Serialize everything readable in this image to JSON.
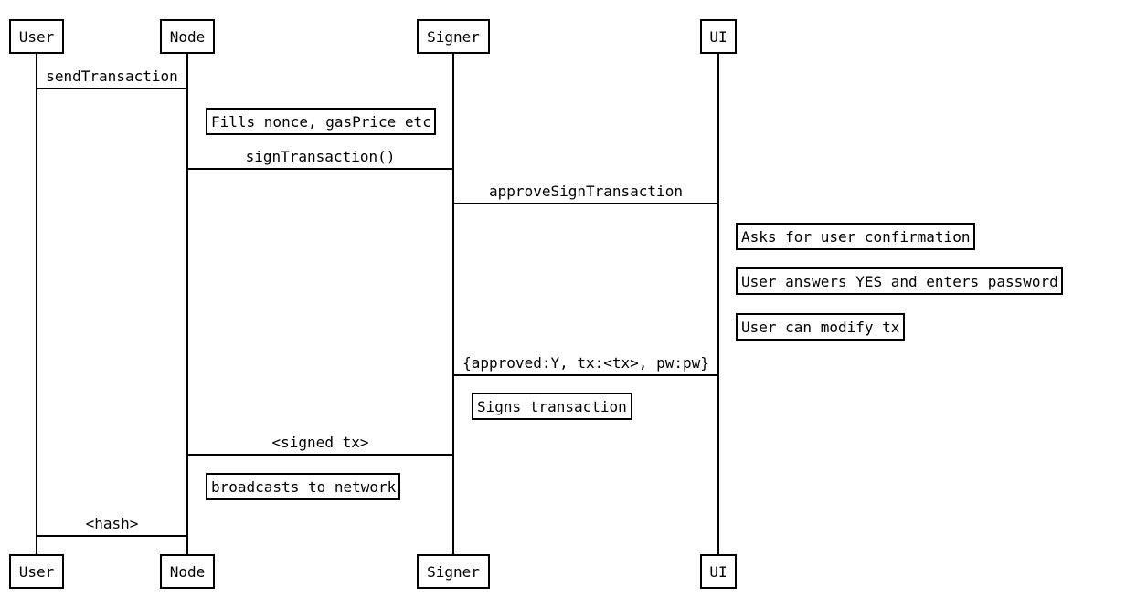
{
  "diagram": {
    "kind": "sequence-diagram",
    "colors": {
      "background": "#ffffff",
      "line": "#000000",
      "text": "#000000"
    },
    "actors": [
      {
        "name": "User"
      },
      {
        "name": "Node"
      },
      {
        "name": "Signer"
      },
      {
        "name": "UI"
      }
    ],
    "messages": [
      {
        "from": "User",
        "to": "Node",
        "label": "sendTransaction"
      },
      {
        "from": "Node",
        "to": "Signer",
        "label": "signTransaction()"
      },
      {
        "from": "Signer",
        "to": "UI",
        "label": "approveSignTransaction"
      },
      {
        "from": "UI",
        "to": "Signer",
        "label": "{approved:Y, tx:<tx>, pw:pw}"
      },
      {
        "from": "Signer",
        "to": "Node",
        "label": "<signed tx>"
      },
      {
        "from": "Node",
        "to": "User",
        "label": "<hash>"
      }
    ],
    "notes": [
      {
        "actor": "Node",
        "label": "Fills nonce, gasPrice etc"
      },
      {
        "actor": "UI",
        "label": "Asks for user confirmation"
      },
      {
        "actor": "UI",
        "label": "User answers YES and enters password"
      },
      {
        "actor": "UI",
        "label": "User can modify tx"
      },
      {
        "actor": "Signer",
        "label": "Signs transaction"
      },
      {
        "actor": "Node",
        "label": "broadcasts to network"
      }
    ]
  }
}
